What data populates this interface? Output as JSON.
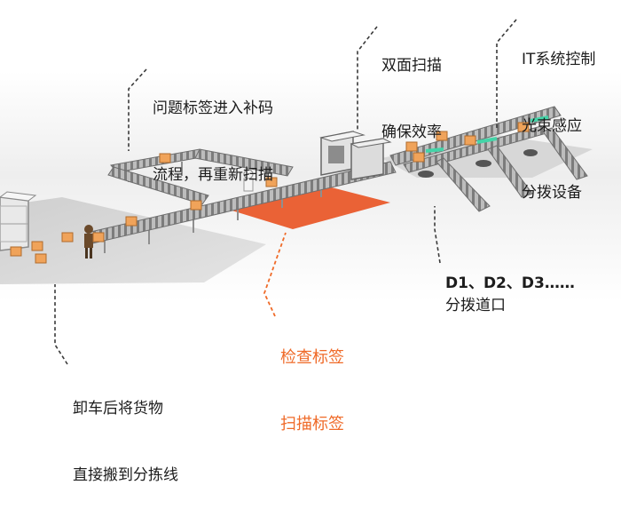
{
  "callouts": {
    "reject_loop": [
      "问题标签进入补码",
      "流程，再重新扫描"
    ],
    "dual_scan": [
      "双面扫描",
      "确保效率"
    ],
    "it_control": [
      "IT系统控制",
      "光束感应",
      "分拨设备"
    ],
    "sort_ports": [
      "分拨道口"
    ],
    "sort_port_codes": "D1、D2、D3……",
    "inspection": [
      "检查标签",
      "扫描标签"
    ],
    "unloading": [
      "卸车后将货物",
      "直接搬到分拣线"
    ]
  },
  "colors": {
    "accent_orange": "#ef6a28",
    "inspection_zone": "#e95a2b",
    "parcel": "#f0a35a",
    "conveyor": "#9e9e9e",
    "floor": "#d9d9d9",
    "beam": "#44d4a8",
    "text": "#1c1c1c"
  }
}
